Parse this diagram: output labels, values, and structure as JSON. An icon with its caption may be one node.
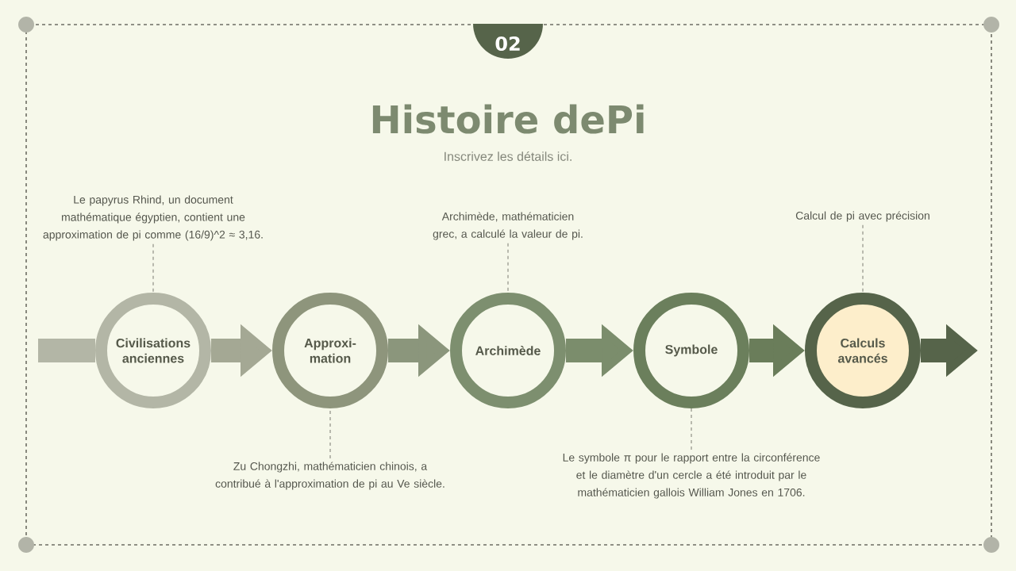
{
  "diagram": {
    "title": "Histoire dePi",
    "nodes": [
      {
        "text": [
          "02"
        ]
      },
      {
        "text": [
          "Civilisations anciennes"
        ]
      },
      {
        "text": [
          "Approxi- mation"
        ]
      },
      {
        "text": [
          "Archimède"
        ]
      },
      {
        "text": [
          "Symbole"
        ]
      },
      {
        "text": [
          "Calculs avancés"
        ]
      },
      {
        "text": [
          "Le papyrus Rhind, un document mathématique égyptien, contient une approximation de pi comme (16/9)^2 ≈ 3,16."
        ]
      },
      {
        "text": [
          "Zu Chongzhi, mathématicien chinois, a contribué à l'approximation de pi au Ve siècle."
        ]
      },
      {
        "text": [
          "Archimède, mathématicien grec, a calculé la valeur de pi."
        ]
      },
      {
        "text": [
          "Le symbole π pour le rapport entre la circonférence et le diamètre d'un cercle a été introduit par le mathématicien gallois William Jones en 1706."
        ]
      },
      {
        "text": [
          "Calcul de pi avec précision"
        ]
      }
    ],
    "edges": [
      {
        "from": null,
        "to": 1,
        "arrow": "none",
        "color": "#b3b6a6"
      },
      {
        "from": 1,
        "to": 2,
        "arrow": "to",
        "color": "#a4a894"
      },
      {
        "from": 2,
        "to": 3,
        "arrow": "to",
        "color": "#8b967c"
      },
      {
        "from": 3,
        "to": 4,
        "arrow": "to",
        "color": "#7b8d6c"
      },
      {
        "from": 4,
        "to": 5,
        "arrow": "to",
        "color": "#6a7d5a"
      },
      {
        "from": 5,
        "to": null,
        "arrow": "to",
        "color": "#56644a"
      },
      {
        "from": 6,
        "to": 1,
        "arrow": "none",
        "style": "dashed",
        "color": "#9a9a90"
      },
      {
        "from": 7,
        "to": 2,
        "arrow": "none",
        "style": "dashed",
        "color": "#9a9a90"
      },
      {
        "from": 8,
        "to": 3,
        "arrow": "none",
        "style": "dashed",
        "color": "#9a9a90"
      },
      {
        "from": 9,
        "to": 4,
        "arrow": "none",
        "style": "dashed",
        "color": "#9a9a90"
      },
      {
        "from": 10,
        "to": 5,
        "arrow": "none",
        "style": "dashed",
        "color": "#9a9a90"
      }
    ],
    "labels": [
      "Inscrivez les détails ici."
    ]
  }
}
